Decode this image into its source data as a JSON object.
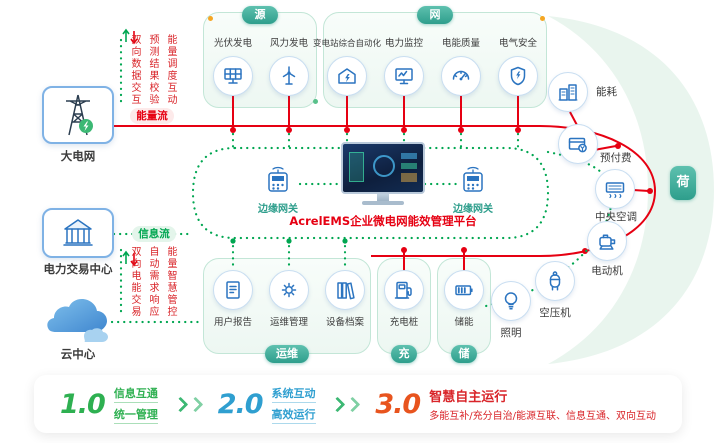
{
  "left_nodes": [
    {
      "label": "大电网"
    },
    {
      "label": "电力交易中心"
    },
    {
      "label": "云中心"
    }
  ],
  "annotations": {
    "top_vertical": [
      "双向数据交互",
      "预测结果校验",
      "能量调度互动"
    ],
    "bottom_vertical": [
      "双向电能交易",
      "自动需求响应",
      "能量智慧管控"
    ],
    "energy_flow": "能量流",
    "info_flow": "信息流"
  },
  "sections": {
    "source": {
      "header": "源",
      "items": [
        {
          "label": "光伏发电"
        },
        {
          "label": "风力发电"
        }
      ]
    },
    "grid": {
      "header": "网",
      "items": [
        {
          "label": "变电站综合自动化"
        },
        {
          "label": "电力监控"
        },
        {
          "label": "电能质量"
        },
        {
          "label": "电气安全"
        }
      ]
    },
    "ops": {
      "header": "运维",
      "items": [
        {
          "label": "用户报告"
        },
        {
          "label": "运维管理"
        },
        {
          "label": "设备档案"
        }
      ]
    },
    "charge": {
      "header": "充",
      "items": [
        {
          "label": "充电桩"
        }
      ]
    },
    "storage": {
      "header": "储",
      "items": [
        {
          "label": "储能"
        }
      ]
    },
    "load": {
      "header": "荷",
      "items": [
        {
          "label": "能耗"
        },
        {
          "label": "预付费"
        },
        {
          "label": "中央空调"
        },
        {
          "label": "电动机"
        },
        {
          "label": "空压机"
        },
        {
          "label": "照明"
        }
      ]
    }
  },
  "center": {
    "platform": "AcrelEMS企业微电网能效管理平台",
    "gateway_left": "边缘网关",
    "gateway_right": "边缘网关"
  },
  "footer": {
    "stages": [
      {
        "version": "1.0",
        "line1": "信息互通",
        "line2": "统一管理"
      },
      {
        "version": "2.0",
        "line1": "系统互动",
        "line2": "高效运行"
      },
      {
        "version": "3.0",
        "line1": "智慧自主运行",
        "line2": "多能互补/充分自治/能源互联、信息互通、双向互动"
      }
    ]
  },
  "colors": {
    "energy_flow": "#e60012",
    "info_flow": "#00a651",
    "section_teal": "#2e9e8c",
    "icon_blue": "#2b74c0",
    "stage1": "#2eb051",
    "stage2": "#2f9fd0",
    "stage3": "#e8541e"
  }
}
